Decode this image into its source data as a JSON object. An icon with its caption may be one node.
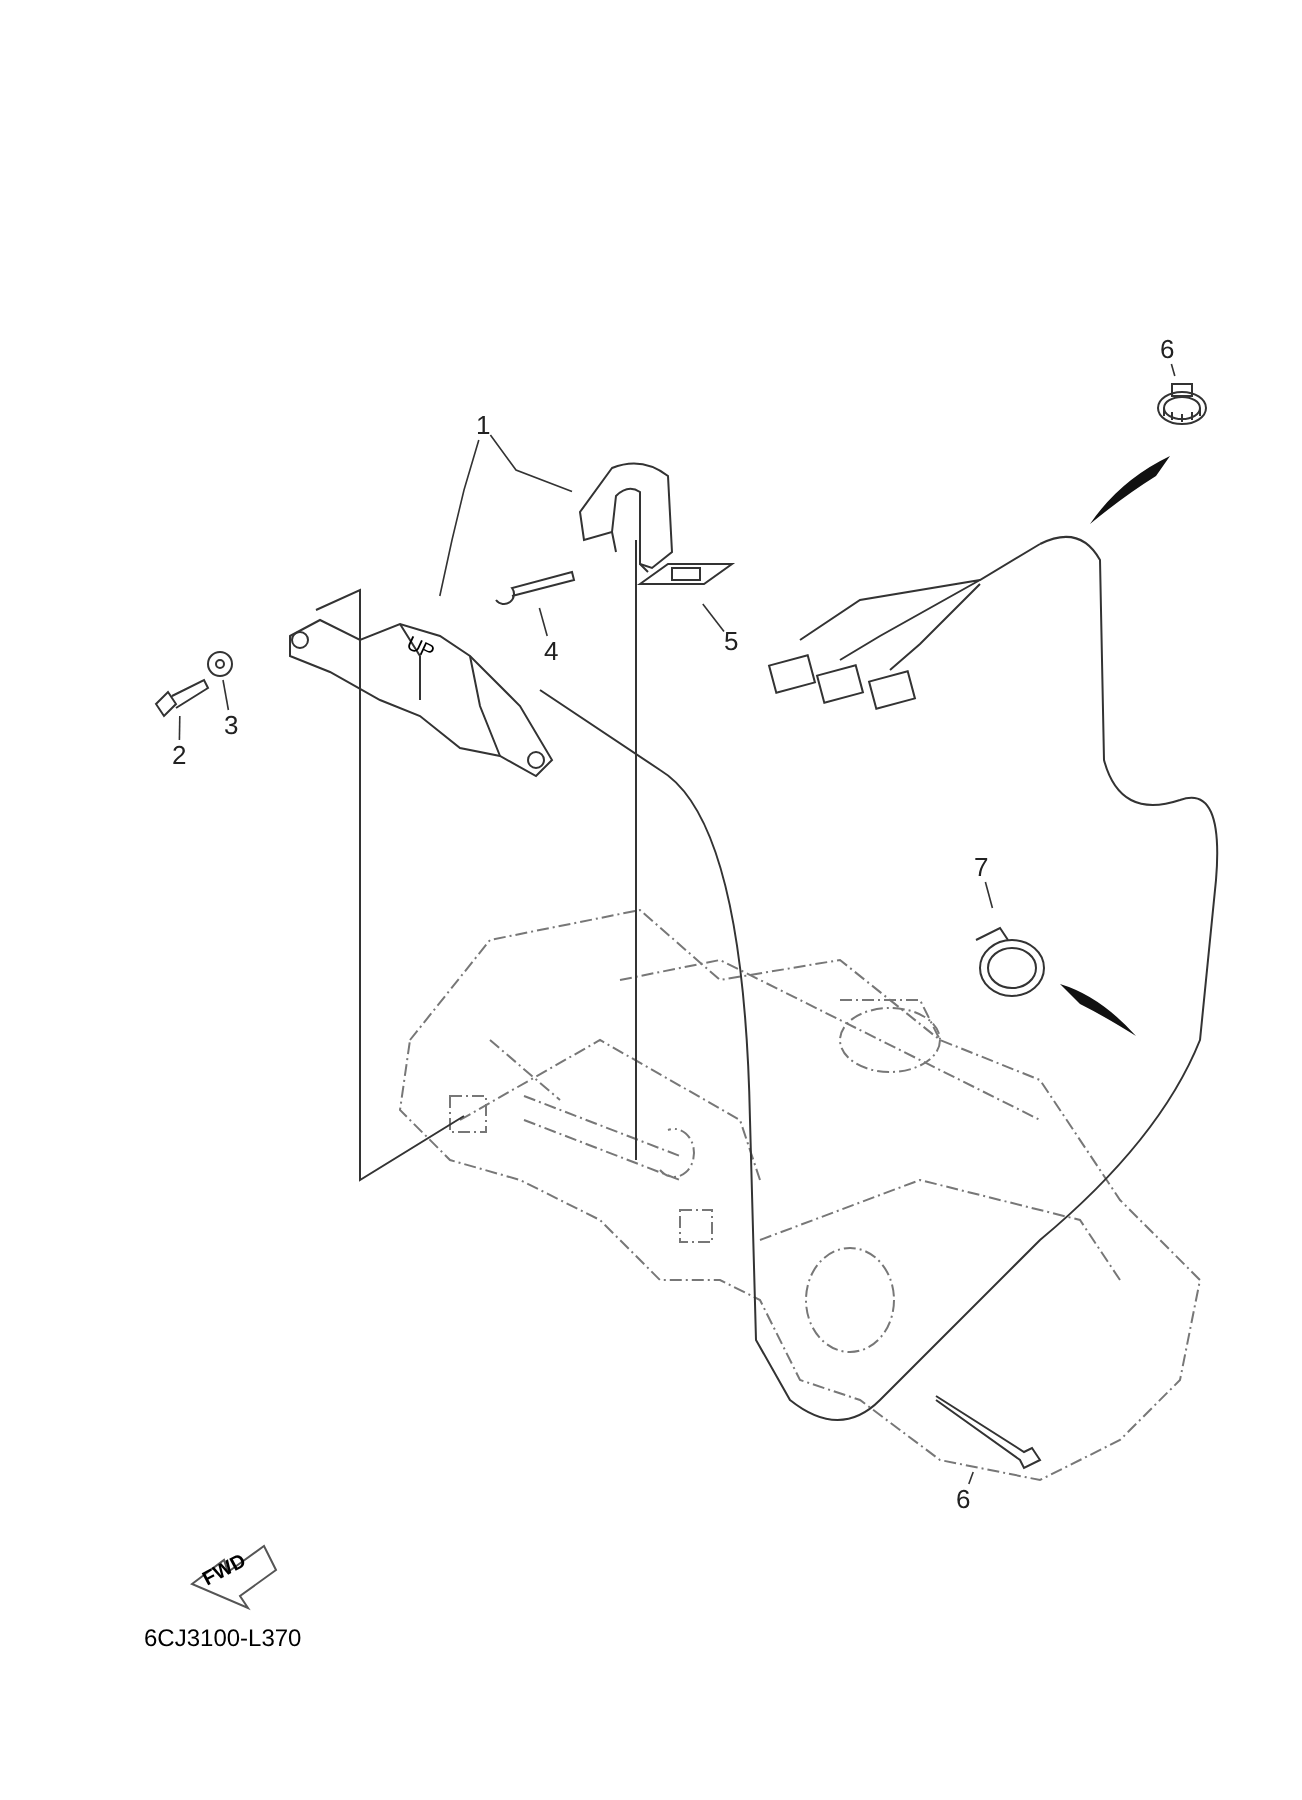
{
  "diagram": {
    "nodes": [
      {
        "text": [
          "1"
        ]
      },
      {
        "text": [
          "2"
        ]
      },
      {
        "text": [
          "3"
        ]
      },
      {
        "text": [
          "4"
        ]
      },
      {
        "text": [
          "5"
        ]
      },
      {
        "text": [
          "6"
        ]
      },
      {
        "text": [
          "7"
        ]
      },
      {
        "text": [
          "6"
        ]
      },
      {
        "text": [],
        "shape": "picture"
      },
      {
        "text": [],
        "shape": "picture"
      },
      {
        "text": [],
        "shape": "picture"
      },
      {
        "text": [],
        "shape": "picture"
      },
      {
        "text": [],
        "shape": "picture"
      },
      {
        "text": [],
        "shape": "picture"
      },
      {
        "text": [],
        "shape": "picture"
      },
      {
        "text": [],
        "shape": "picture"
      },
      {
        "text": [],
        "shape": "picture"
      }
    ],
    "edges": [
      {
        "from": 0,
        "to": 8,
        "arrow": "none"
      },
      {
        "from": 0,
        "to": 9,
        "arrow": "none"
      },
      {
        "from": 1,
        "to": 10,
        "arrow": "none"
      },
      {
        "from": 2,
        "to": 11,
        "arrow": "none"
      },
      {
        "from": 3,
        "to": 12,
        "arrow": "none"
      },
      {
        "from": 4,
        "to": 13,
        "arrow": "none"
      },
      {
        "from": 5,
        "to": 14,
        "arrow": "none"
      },
      {
        "from": 6,
        "to": 15,
        "arrow": "none"
      },
      {
        "from": 7,
        "to": 16,
        "arrow": "none"
      }
    ],
    "labels": [
      "UP",
      "FWD",
      "6CJ3100-L370"
    ]
  }
}
